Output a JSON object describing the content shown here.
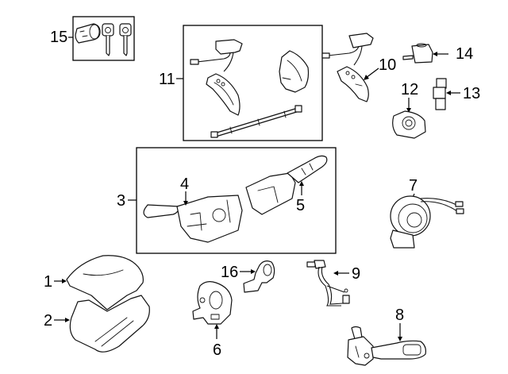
{
  "diagram": {
    "type": "exploded-parts-diagram",
    "subject": "Steering column switches and covers",
    "callouts": [
      {
        "id": "1",
        "label": "1",
        "part": "upper-column-cover"
      },
      {
        "id": "2",
        "label": "2",
        "part": "lower-column-cover"
      },
      {
        "id": "3",
        "label": "3",
        "part": "combination-switch-assembly"
      },
      {
        "id": "4",
        "label": "4",
        "part": "turn-signal-switch"
      },
      {
        "id": "5",
        "label": "5",
        "part": "wiper-switch"
      },
      {
        "id": "6",
        "label": "6",
        "part": "steering-angle-sensor"
      },
      {
        "id": "7",
        "label": "7",
        "part": "clock-spring"
      },
      {
        "id": "8",
        "label": "8",
        "part": "cruise-control-switch"
      },
      {
        "id": "9",
        "label": "9",
        "part": "wiring-harness"
      },
      {
        "id": "10",
        "label": "10",
        "part": "steering-wheel-switch"
      },
      {
        "id": "11",
        "label": "11",
        "part": "steering-wheel-switch-kit"
      },
      {
        "id": "12",
        "label": "12",
        "part": "ignition-switch"
      },
      {
        "id": "13",
        "label": "13",
        "part": "switch-connector"
      },
      {
        "id": "14",
        "label": "14",
        "part": "transponder-amplifier"
      },
      {
        "id": "15",
        "label": "15",
        "part": "lock-cylinder-and-keys"
      },
      {
        "id": "16",
        "label": "16",
        "part": "bracket"
      }
    ]
  }
}
